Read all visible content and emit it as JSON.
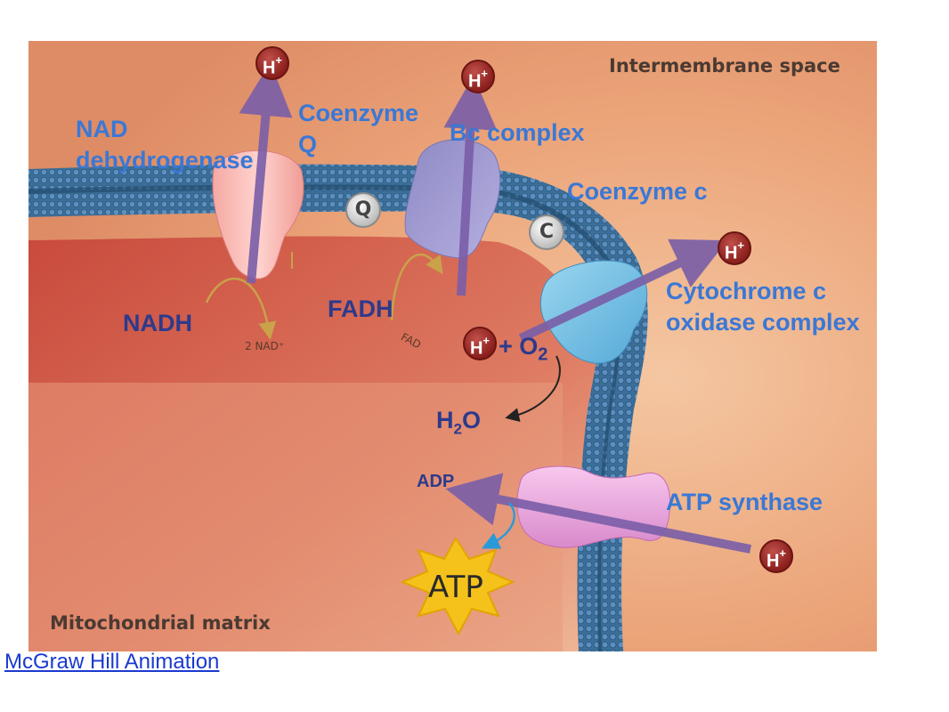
{
  "regions": {
    "intermembrane": "Intermembrane space",
    "matrix": "Mitochondrial matrix"
  },
  "labels": {
    "nad_dehydrogenase": [
      "NAD",
      "dehydrogenase"
    ],
    "coenzyme_q": [
      "Coenzyme",
      "Q"
    ],
    "bc_complex": "Bc complex",
    "coenzyme_c": "Coenzyme c",
    "cytochrome": [
      "Cytochrome c",
      "oxidase complex"
    ],
    "atp_synthase": "ATP synthase",
    "nadh": "NADH",
    "fadh": "FADH",
    "h2o": "H2O",
    "adp": "ADP",
    "o2_reaction": "+ O2"
  },
  "small_labels": {
    "nad_plus": "2 NAD⁺",
    "fad": "FAD"
  },
  "carriers": {
    "q": "Q",
    "c": "C"
  },
  "proton": {
    "symbol": "H",
    "charge": "+"
  },
  "atp_star": "ATP",
  "link_text": "McGraw Hill Animation",
  "colors": {
    "label_blue": "#3a78d6",
    "membrane": "#3b6f99",
    "matrix": "#d8674f",
    "intermembrane": "#eba877",
    "proton_badge": "#8a1f1c",
    "arrow": "#7a5ea8"
  }
}
